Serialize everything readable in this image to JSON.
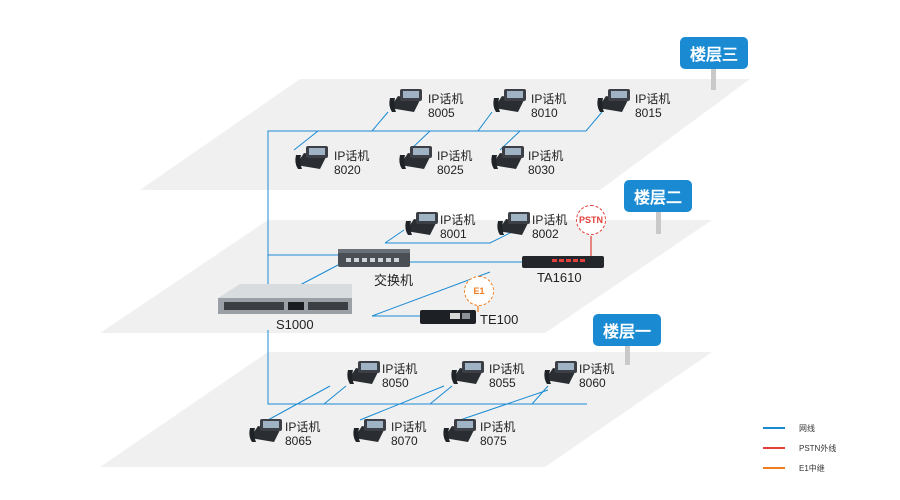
{
  "floors": {
    "top": "楼层三",
    "middle": "楼层二",
    "bottom": "楼层一"
  },
  "phones": {
    "p8005": {
      "label": "IP话机",
      "ext": "8005"
    },
    "p8010": {
      "label": "IP话机",
      "ext": "8010"
    },
    "p8015": {
      "label": "IP话机",
      "ext": "8015"
    },
    "p8020": {
      "label": "IP话机",
      "ext": "8020"
    },
    "p8025": {
      "label": "IP话机",
      "ext": "8025"
    },
    "p8030": {
      "label": "IP话机",
      "ext": "8030"
    },
    "p8001": {
      "label": "IP话机",
      "ext": "8001"
    },
    "p8002": {
      "label": "IP话机",
      "ext": "8002"
    },
    "p8050": {
      "label": "IP话机",
      "ext": "8050"
    },
    "p8055": {
      "label": "IP话机",
      "ext": "8055"
    },
    "p8060": {
      "label": "IP话机",
      "ext": "8060"
    },
    "p8065": {
      "label": "IP话机",
      "ext": "8065"
    },
    "p8070": {
      "label": "IP话机",
      "ext": "8070"
    },
    "p8075": {
      "label": "IP话机",
      "ext": "8075"
    }
  },
  "devices": {
    "switch": "交换机",
    "ta": "TA1610",
    "server": "S1000",
    "te": "TE100"
  },
  "badges": {
    "pstn": "PSTN",
    "e1": "E1"
  },
  "legend": [
    {
      "label": "网线",
      "color": "#1a8bd3"
    },
    {
      "label": "PSTN外线",
      "color": "#e0403a"
    },
    {
      "label": "E1中继",
      "color": "#ef7d22"
    }
  ],
  "colors": {
    "lan": "#1a8bd3",
    "pstn": "#e0403a",
    "e1": "#ef7d22",
    "floor": "#f0f0f0",
    "accent": "#1a8bd3"
  }
}
